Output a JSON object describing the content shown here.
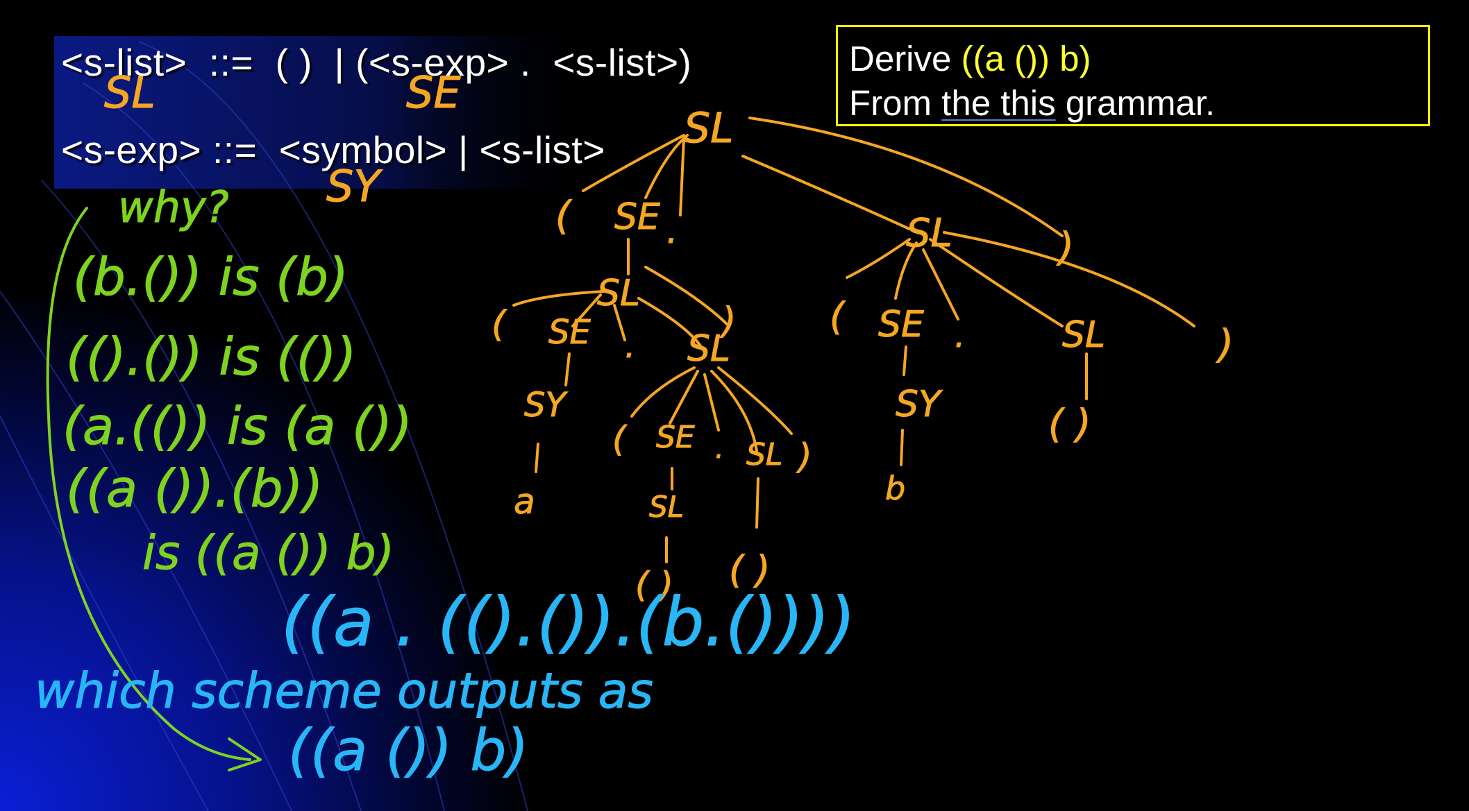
{
  "grammar": {
    "rule1": "<s-list>  ::=  ( )  | (<s-exp> .  <s-list>)",
    "rule2": "<s-exp> ::=  <symbol> | <s-list>"
  },
  "task": {
    "line1_prefix": "Derive ",
    "expression": "((a ()) b)",
    "line2_prefix": "From ",
    "struck_words": "the this",
    "line2_suffix": " grammar."
  },
  "annotations": {
    "grammar_labels": [
      "SL",
      "SE",
      "SY"
    ],
    "green_notes": [
      "why?",
      "(b.()) is (b)",
      "(().()) is (())",
      "(a.(()) is (a ())",
      "((a ()).(b))",
      "is ((a ()) b)"
    ],
    "tree_nodes": [
      "SL",
      "(",
      "SE",
      ".",
      "SL",
      ")",
      "(",
      "SE",
      ".",
      "SL",
      ")",
      "SY",
      "a",
      "(",
      "SE",
      ".",
      "SL",
      ")",
      "SL",
      "( )",
      "( )",
      "(",
      "SE",
      ".",
      "SL",
      ")",
      "SY",
      "b",
      "( )"
    ],
    "blue_expression": "((a . (().()).(b.())))",
    "blue_note": "which scheme outputs as",
    "blue_result": "((a ()) b)"
  },
  "colors": {
    "background": "#000000",
    "gradient_blue": "#1030d0",
    "text": "#ffffff",
    "box_border": "#ffff00",
    "ink_orange": "#f5a623",
    "ink_green": "#7ed321",
    "ink_blue": "#29b6f6"
  }
}
